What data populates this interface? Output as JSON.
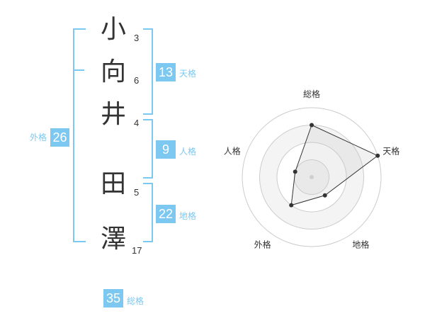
{
  "name_chars": [
    {
      "char": "小",
      "strokes": "3"
    },
    {
      "char": "向",
      "strokes": "6"
    },
    {
      "char": "井",
      "strokes": "4"
    },
    {
      "char": "田",
      "strokes": "5"
    },
    {
      "char": "澤",
      "strokes": "17"
    }
  ],
  "kakusu": {
    "tenkaku": {
      "value": "13",
      "label": "天格"
    },
    "jinkaku": {
      "value": "9",
      "label": "人格"
    },
    "chikaku": {
      "value": "22",
      "label": "地格"
    },
    "gaikaku": {
      "value": "26",
      "label": "外格"
    },
    "soukaku": {
      "value": "35",
      "label": "総格"
    }
  },
  "colors": {
    "accent": "#7cc8f0",
    "text": "#333333",
    "grid": "#cccccc"
  },
  "chart_data": {
    "type": "radar",
    "axes": [
      "総格",
      "天格",
      "地格",
      "外格",
      "人格"
    ],
    "max_level": 4,
    "values": [
      3,
      4,
      1.3,
      2,
      1
    ]
  }
}
